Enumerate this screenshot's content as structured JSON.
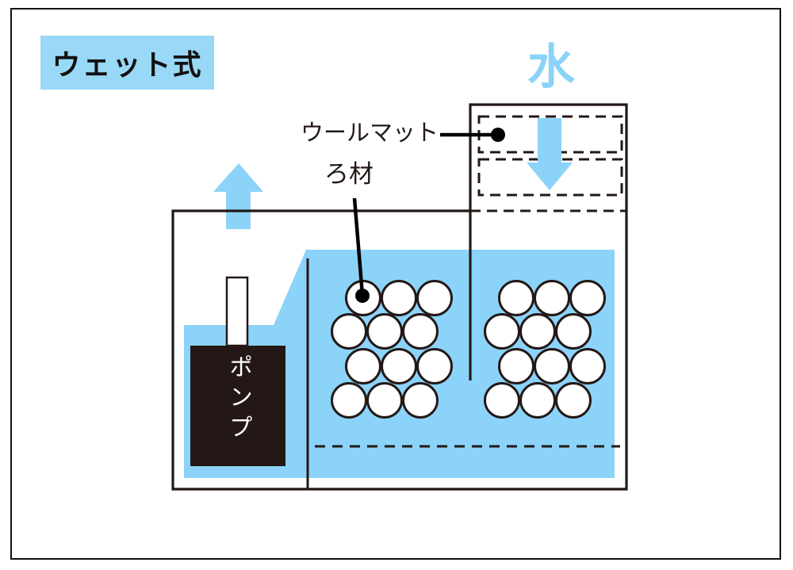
{
  "badge": {
    "label": "ウェット式"
  },
  "labels": {
    "water": "水",
    "wool_mat": "ウールマット",
    "filter_media": "ろ材",
    "pump": "ポンプ"
  },
  "colors": {
    "light_blue": "#8CD3FA",
    "badge_blue": "#99D8F6",
    "ink": "#231815"
  }
}
